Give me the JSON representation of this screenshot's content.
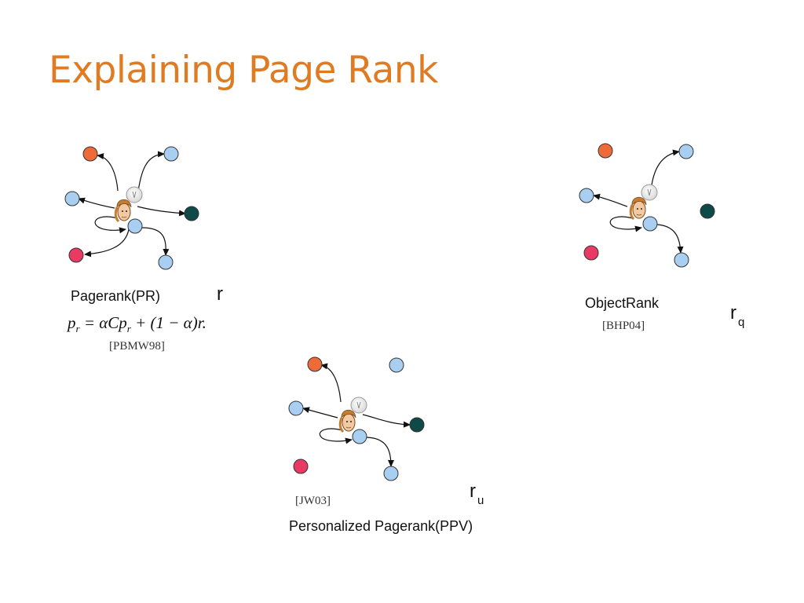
{
  "slide": {
    "title": "Explaining Page Rank"
  },
  "colors": {
    "title": "#E07B22",
    "node_blue": "#A8CFF2",
    "node_orange": "#EE6A38",
    "node_dark": "#0E4A47",
    "node_pink": "#E83A63",
    "edge": "#111111"
  },
  "panels": [
    {
      "name": "Pagerank(PR)",
      "rank_var": "r",
      "rank_sub": "",
      "formula": "p_r = αCp_r + (1 − α)r.",
      "formula_text": "pr = αCpr + (1 − α)r.",
      "citation": "[PBMW98]"
    },
    {
      "name": "ObjectRank",
      "rank_var": "r",
      "rank_sub": "q",
      "citation": "[BHP04]"
    },
    {
      "name": "Personalized Pagerank(PPV)",
      "rank_var": "r",
      "rank_sub": "u",
      "citation": "[JW03]"
    }
  ],
  "icons": {
    "surfer": "thinking-surfer-icon",
    "lightbulb": "lightbulb-icon"
  }
}
